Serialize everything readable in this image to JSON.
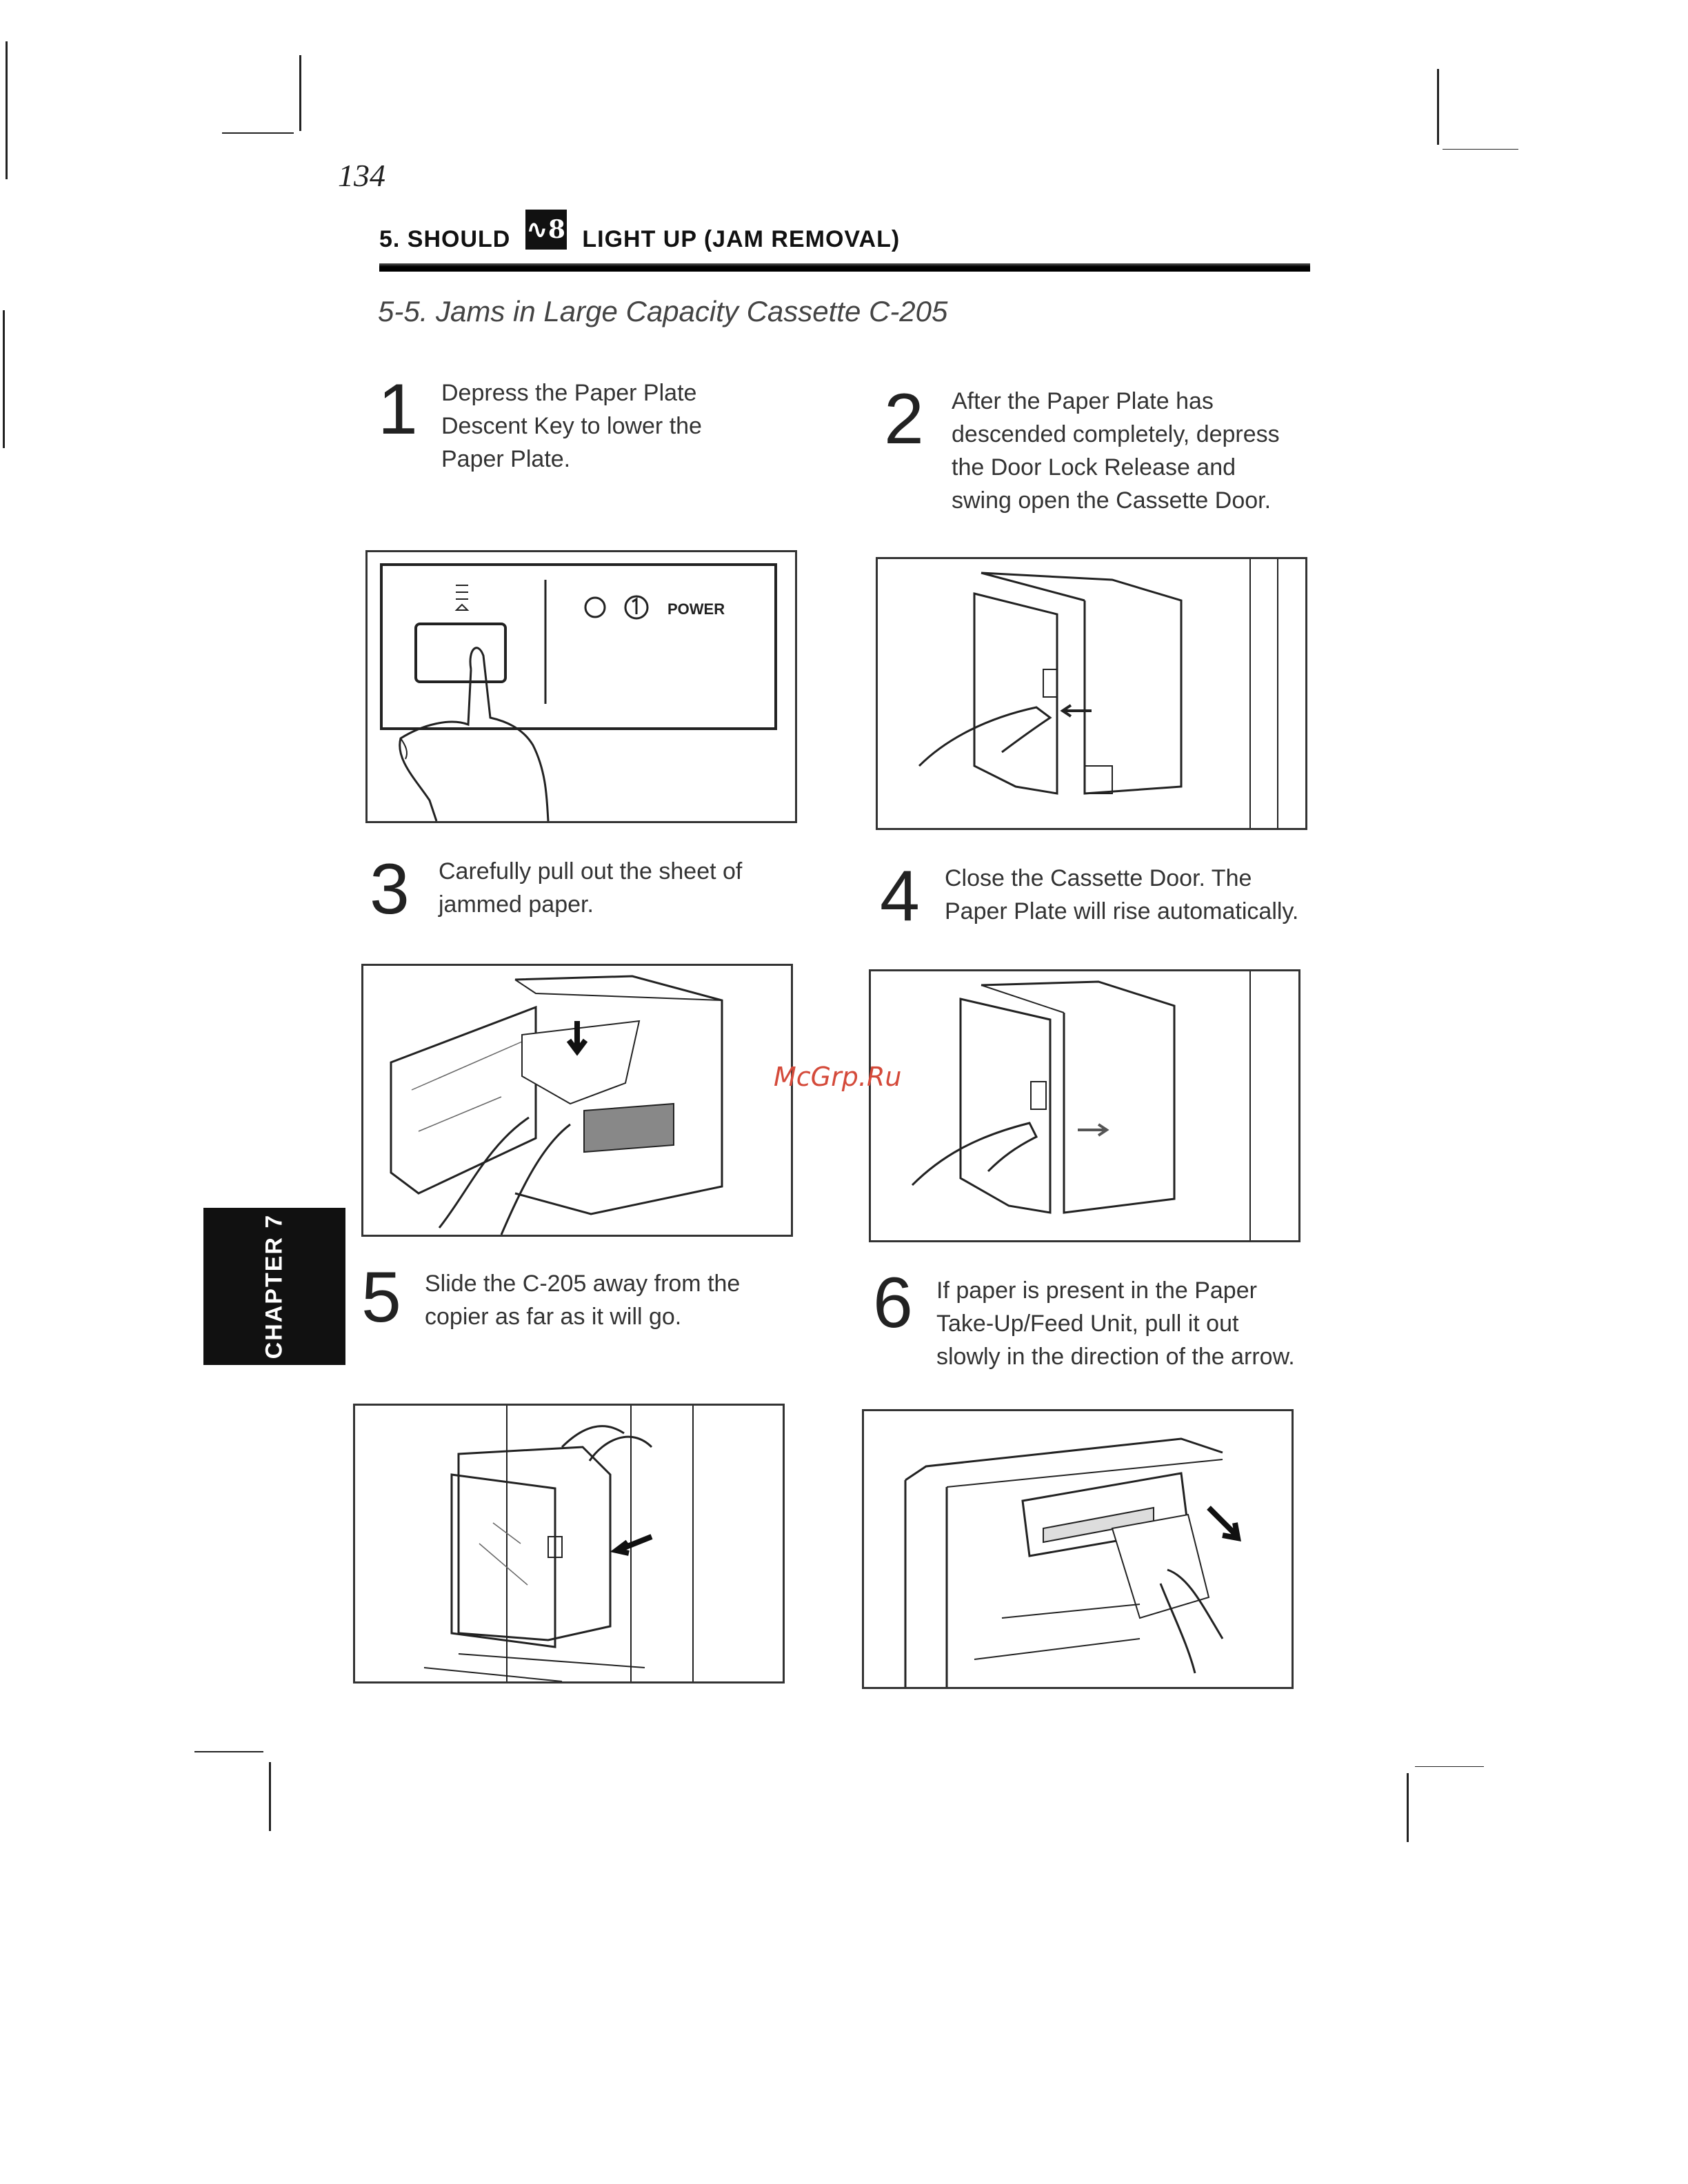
{
  "page": {
    "number": "134",
    "section_header": {
      "prefix": "5. SHOULD",
      "icon_text": "∿8",
      "suffix": "LIGHT UP (JAM REMOVAL)"
    },
    "section_title": "5-5. Jams in Large Capacity Cassette C-205",
    "chapter_tab": "CHAPTER 7",
    "watermark": "McGrp.Ru"
  },
  "steps": [
    {
      "number": "1",
      "text": "Depress the Paper Plate Descent Key to lower the Paper Plate.",
      "figure_label": "POWER"
    },
    {
      "number": "2",
      "text": "After the Paper Plate has descended completely, depress the Door Lock Release and swing open the Cassette Door."
    },
    {
      "number": "3",
      "text": "Carefully pull out the sheet of jammed paper."
    },
    {
      "number": "4",
      "text": "Close the Cassette Door. The Paper Plate will rise automatically."
    },
    {
      "number": "5",
      "text": "Slide the C-205 away from the copier as far as it will go."
    },
    {
      "number": "6",
      "text": "If paper is present in the Paper Take-Up/Feed Unit, pull it out slowly in the direction of the arrow."
    }
  ]
}
